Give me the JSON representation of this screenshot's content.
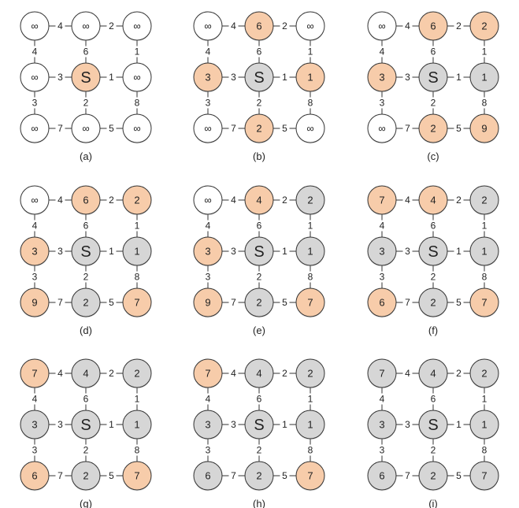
{
  "colors": {
    "unvisited": "#ffffff",
    "frontier": "#f7ccaa",
    "visited": "#d6d6d6",
    "stroke": "#333333",
    "edge": "#333333"
  },
  "edges": [
    {
      "from": 0,
      "to": 1,
      "weight": "4"
    },
    {
      "from": 1,
      "to": 2,
      "weight": "2"
    },
    {
      "from": 3,
      "to": 4,
      "weight": "3"
    },
    {
      "from": 4,
      "to": 5,
      "weight": "1"
    },
    {
      "from": 6,
      "to": 7,
      "weight": "7"
    },
    {
      "from": 7,
      "to": 8,
      "weight": "5"
    },
    {
      "from": 0,
      "to": 3,
      "weight": "4"
    },
    {
      "from": 3,
      "to": 6,
      "weight": "3"
    },
    {
      "from": 1,
      "to": 4,
      "weight": "6"
    },
    {
      "from": 4,
      "to": 7,
      "weight": "2"
    },
    {
      "from": 2,
      "to": 5,
      "weight": "1"
    },
    {
      "from": 5,
      "to": 8,
      "weight": "8"
    }
  ],
  "panels": [
    {
      "caption": "(a)",
      "labels": [
        "∞",
        "∞",
        "∞",
        "∞",
        "S",
        "∞",
        "∞",
        "∞",
        "∞"
      ],
      "states": [
        "u",
        "u",
        "u",
        "u",
        "f",
        "u",
        "u",
        "u",
        "u"
      ]
    },
    {
      "caption": "(b)",
      "labels": [
        "∞",
        "6",
        "∞",
        "3",
        "S",
        "1",
        "∞",
        "2",
        "∞"
      ],
      "states": [
        "u",
        "f",
        "u",
        "f",
        "v",
        "f",
        "u",
        "f",
        "u"
      ]
    },
    {
      "caption": "(c)",
      "labels": [
        "∞",
        "6",
        "2",
        "3",
        "S",
        "1",
        "∞",
        "2",
        "9"
      ],
      "states": [
        "u",
        "f",
        "f",
        "f",
        "v",
        "v",
        "u",
        "f",
        "f"
      ]
    },
    {
      "caption": "(d)",
      "labels": [
        "∞",
        "6",
        "2",
        "3",
        "S",
        "1",
        "9",
        "2",
        "7"
      ],
      "states": [
        "u",
        "f",
        "f",
        "f",
        "v",
        "v",
        "f",
        "v",
        "f"
      ]
    },
    {
      "caption": "(e)",
      "labels": [
        "∞",
        "4",
        "2",
        "3",
        "S",
        "1",
        "9",
        "2",
        "7"
      ],
      "states": [
        "u",
        "f",
        "v",
        "f",
        "v",
        "v",
        "f",
        "v",
        "f"
      ]
    },
    {
      "caption": "(f)",
      "labels": [
        "7",
        "4",
        "2",
        "3",
        "S",
        "1",
        "6",
        "2",
        "7"
      ],
      "states": [
        "f",
        "f",
        "v",
        "v",
        "v",
        "v",
        "f",
        "v",
        "f"
      ]
    },
    {
      "caption": "(g)",
      "labels": [
        "7",
        "4",
        "2",
        "3",
        "S",
        "1",
        "6",
        "2",
        "7"
      ],
      "states": [
        "f",
        "v",
        "v",
        "v",
        "v",
        "v",
        "f",
        "v",
        "f"
      ]
    },
    {
      "caption": "(h)",
      "labels": [
        "7",
        "4",
        "2",
        "3",
        "S",
        "1",
        "6",
        "2",
        "7"
      ],
      "states": [
        "f",
        "v",
        "v",
        "v",
        "v",
        "v",
        "v",
        "v",
        "f"
      ]
    },
    {
      "caption": "(i)",
      "labels": [
        "7",
        "4",
        "2",
        "3",
        "S",
        "1",
        "6",
        "2",
        "7"
      ],
      "states": [
        "v",
        "v",
        "v",
        "v",
        "v",
        "v",
        "v",
        "v",
        "v"
      ]
    }
  ]
}
